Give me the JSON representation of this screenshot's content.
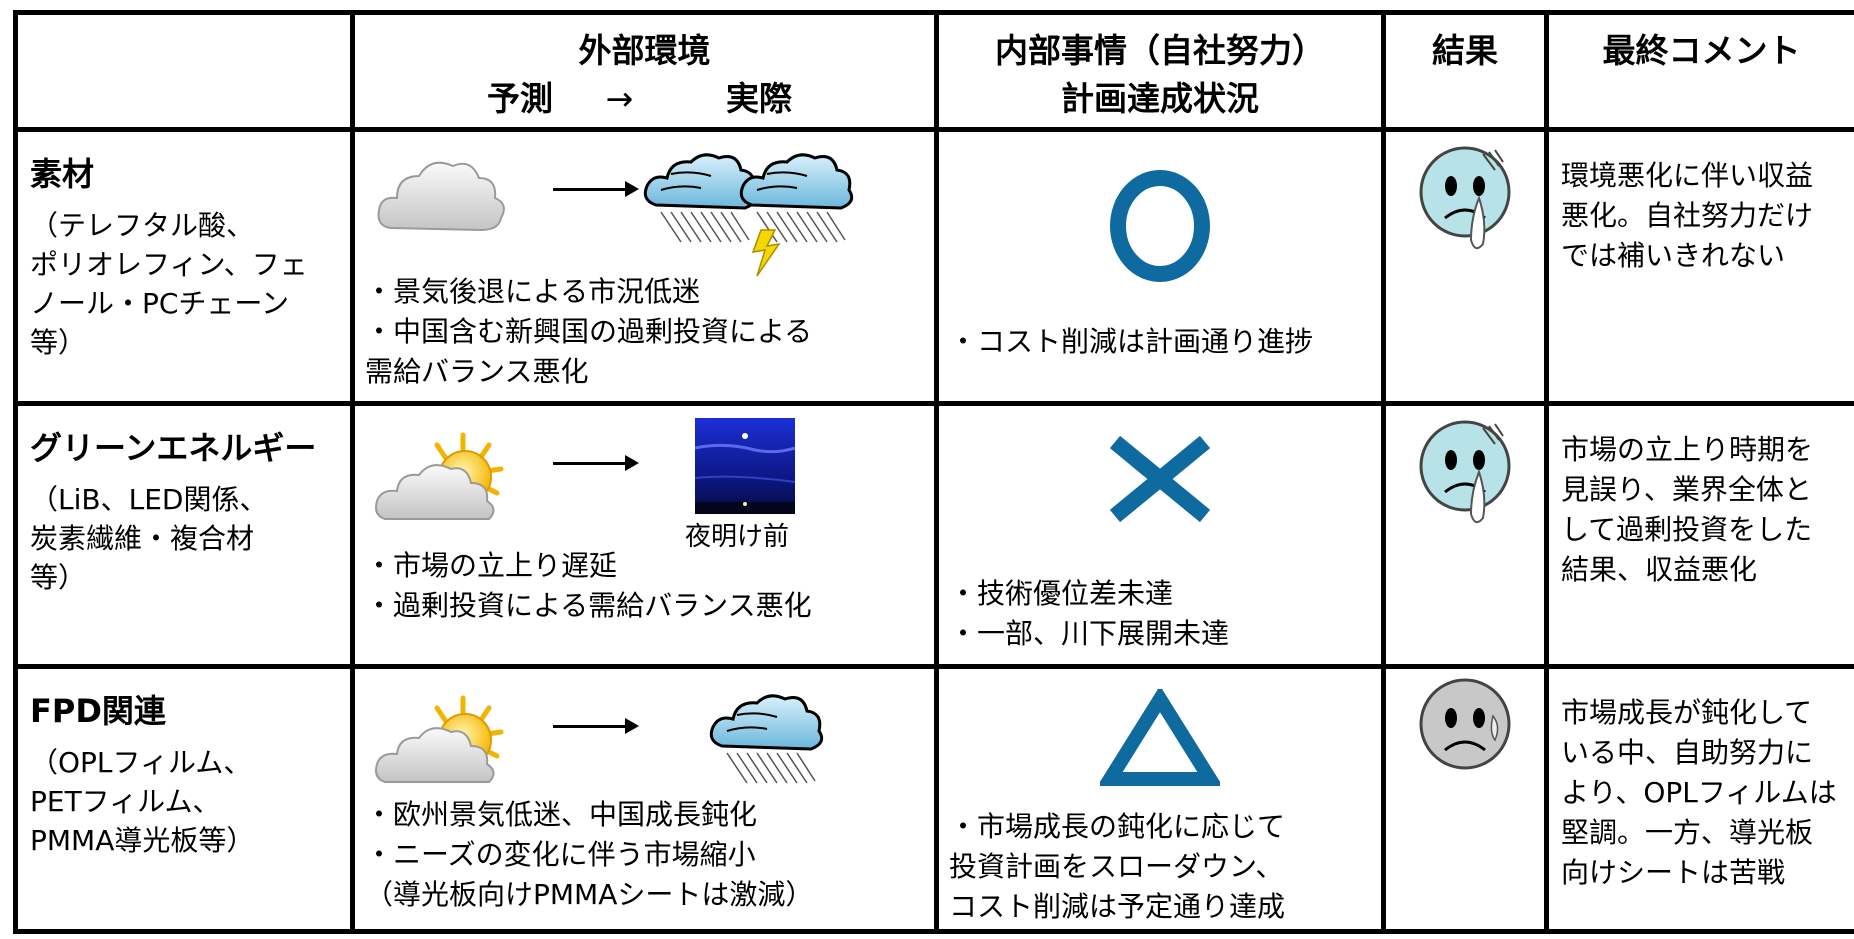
{
  "header": {
    "col1": "",
    "external_title": "外部環境",
    "external_pred": "予測",
    "external_arrow": "→",
    "external_actual": "実際",
    "internal_line1": "内部事情（自社努力）",
    "internal_line2": "計画達成状況",
    "result": "結果",
    "comment": "最終コメント"
  },
  "rows": [
    {
      "title": "素材",
      "subtitle": "（テレフタル酸、\nポリオレフィン、フェ\nノール・PCチェーン\n等）",
      "weather_forecast": "cloudy",
      "weather_actual": "thunderstorm",
      "external_bullets": "・景気後退による市況低迷\n・中国含む新興国の過剰投資による\n 需給バランス悪化",
      "mark": "circle",
      "internal_text": "・コスト削減は計画通り進捗",
      "face": "crying-blue",
      "comment": "環境悪化に伴い収益\n悪化。自社努力だけ\nでは補いきれない"
    },
    {
      "title": "グリーンエネルギー",
      "subtitle": "（LiB、LED関係、\n 炭素繊維・複合材\n 等）",
      "weather_forecast": "partly-sunny",
      "weather_actual": "pre-dawn",
      "actual_label": "夜明け前",
      "external_bullets": "・市場の立上り遅延\n・過剰投資による需給バランス悪化",
      "mark": "cross",
      "internal_text": "・技術優位差未達\n・一部、川下展開未達",
      "face": "crying-blue",
      "comment": "市場の立上り時期を\n見誤り、業界全体と\nして過剰投資をした\n結果、収益悪化"
    },
    {
      "title": "FPD関連",
      "subtitle": "（OPLフィルム、\n PETフィルム、\n PMMA導光板等）",
      "weather_forecast": "partly-sunny",
      "weather_actual": "rain",
      "external_bullets": "・欧州景気低迷、中国成長鈍化\n・ニーズの変化に伴う市場縮小\n（導光板向けPMMAシートは激減）",
      "mark": "triangle",
      "internal_text": "・市場成長の鈍化に応じて\n 投資計画をスローダウン、\n コスト削減は予定通り達成",
      "face": "sad-gray",
      "comment": "市場成長が鈍化して\nいる中、自助努力に\nより、OPLフィルムは\n堅調。一方、導光板\n向けシートは苦戦"
    }
  ],
  "colors": {
    "mark_blue": "#0f6aa0",
    "face_blue": "#b7e2e8",
    "face_gray": "#c8c8c8",
    "rain_cloud": "#9fd3ea",
    "night_sky": "#0a1fa0"
  }
}
